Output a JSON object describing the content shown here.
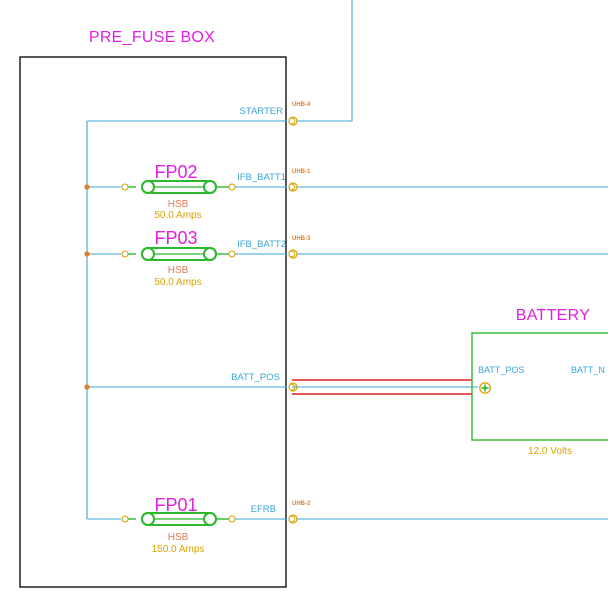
{
  "colors": {
    "wire": "#3aa6d8",
    "magenta": "#e21ee2",
    "green": "#2db82d",
    "amber": "#d9a300",
    "orange": "#e07f2a",
    "salmon": "#e0785a",
    "red": "#d92020",
    "black": "#111111"
  },
  "prefuse_box": {
    "title": "PRE_FUSE BOX"
  },
  "battery": {
    "title": "BATTERY",
    "pin_pos": "BATT_POS",
    "pin_neg_partial": "BATT_N",
    "voltage": "12.0 Volts"
  },
  "connectors": {
    "starter": {
      "label": "STARTER",
      "terminal": "UHB-4"
    },
    "ifb_batt1": {
      "label": "IFB_BATT1",
      "terminal": "UHB-1"
    },
    "ifb_batt2": {
      "label": "IFB_BATT2",
      "terminal": "UHB-3"
    },
    "batt_pos": {
      "label": "BATT_POS"
    },
    "efrb": {
      "label": "EFRB",
      "terminal": "UHB-2"
    }
  },
  "fuses": {
    "fp02": {
      "name": "FP02",
      "type": "HSB",
      "rating": "50.0 Amps"
    },
    "fp03": {
      "name": "FP03",
      "type": "HSB",
      "rating": "50.0 Amps"
    },
    "fp01": {
      "name": "FP01",
      "type": "HSB",
      "rating": "150.0 Amps"
    }
  }
}
